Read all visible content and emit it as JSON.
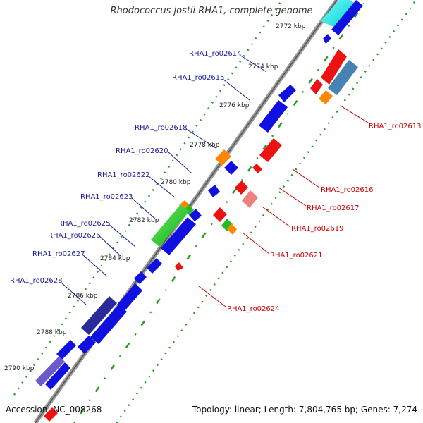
{
  "title": "Rhodococcus jostii RHA1, complete genome",
  "accession": "Accession: NC_008268",
  "summary": "Topology: linear; Length: 7,804,765 bp; Genes: 7,274",
  "colors": {
    "label_top": "#1a1aa0",
    "label_bottom": "#cc0000",
    "backbone": "#888888",
    "ruler_dots": "#2a9a2a",
    "cds_blue": "#1010e0",
    "cds_red": "#ee1111"
  },
  "ruler": [
    "2772 kbp",
    "2774 kbp",
    "2776 kbp",
    "2778 kbp",
    "2780 kbp",
    "2782 kbp",
    "2784 kbp",
    "2786 kbp",
    "2788 kbp",
    "2790 kbp"
  ],
  "top_labels": [
    "RHA1_ro02614",
    "RHA1_ro02615",
    "RHA1_ro02618",
    "RHA1_ro02620",
    "RHA1_ro02622",
    "RHA1_ro02623",
    "RHA1_ro02625",
    "RHA1_ro02626",
    "RHA1_ro02627",
    "RHA1_ro02628"
  ],
  "bottom_labels": [
    "RHA1_ro02613",
    "RHA1_ro02616",
    "RHA1_ro02617",
    "RHA1_ro02619",
    "RHA1_ro02621",
    "RHA1_ro02624"
  ]
}
